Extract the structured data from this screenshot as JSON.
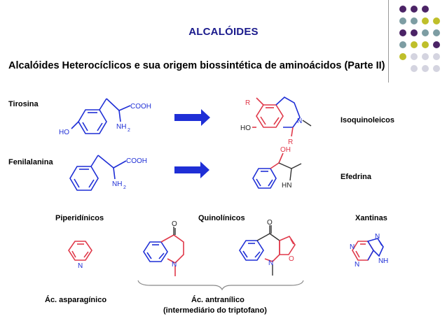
{
  "slide": {
    "title": "ALCALÓIDES",
    "subtitle": "Alcalóides Heterocíclicos e sua origem biossintética  de aminoácidos (Parte II)"
  },
  "labels": {
    "tirosina": "Tirosina",
    "fenilalanina": "Fenilalanina",
    "isoquinoleicos": "Isoquinoleicos",
    "efedrina": "Efedrina",
    "piperidinicos": "Piperidínicos",
    "quinolinicos": "Quinolínicos",
    "xantinas": "Xantinas",
    "ac_asparaginico": "Ác. asparagínico",
    "ac_antranilico": "Ác. antranílico",
    "intermediario": "(intermediário do triptofano)"
  },
  "atoms": {
    "ho": "HO",
    "cooh": "COOH",
    "nh2": "NH",
    "sub2": "2",
    "r": "R",
    "n": "N",
    "oh": "OH",
    "hn": "HN",
    "o": "O",
    "h": "H"
  },
  "colors": {
    "title": "#1a1a8c",
    "blue": "#1f2fd6",
    "red": "#e0394a",
    "dot_purple": "#4b2366",
    "dot_grey": "#7d9da3",
    "dot_yellow": "#bfbf2a",
    "dot_lilac": "#d4d4e0"
  }
}
